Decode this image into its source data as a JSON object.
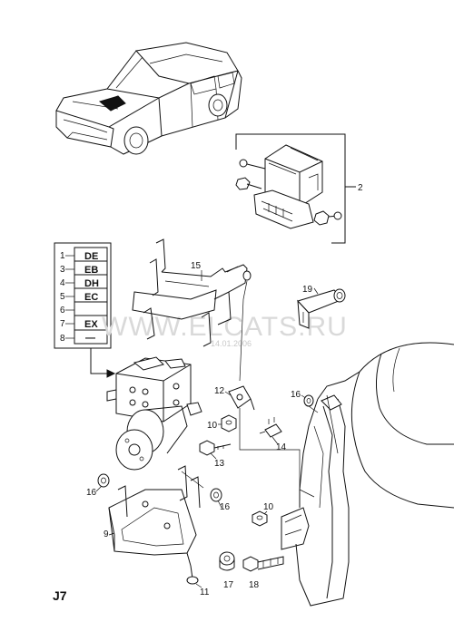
{
  "watermark": {
    "site": "WWW.ELCATS.RU",
    "date": "14.01.2006"
  },
  "page_ref": "J7",
  "variant_table": [
    {
      "num": "1",
      "code": "DE"
    },
    {
      "num": "3",
      "code": "EB"
    },
    {
      "num": "4",
      "code": "DH"
    },
    {
      "num": "5",
      "code": "EC"
    },
    {
      "num": "6",
      "code": ""
    },
    {
      "num": "7",
      "code": "EX"
    },
    {
      "num": "8",
      "code": "—"
    }
  ],
  "callouts": [
    {
      "id": "2",
      "text": "2"
    },
    {
      "id": "15",
      "text": "15"
    },
    {
      "id": "19",
      "text": "19"
    },
    {
      "id": "12",
      "text": "12"
    },
    {
      "id": "10a",
      "text": "10"
    },
    {
      "id": "14",
      "text": "14"
    },
    {
      "id": "16a",
      "text": "16"
    },
    {
      "id": "13",
      "text": "13"
    },
    {
      "id": "16b",
      "text": "16"
    },
    {
      "id": "16c",
      "text": "16"
    },
    {
      "id": "9",
      "text": "9"
    },
    {
      "id": "10b",
      "text": "10"
    },
    {
      "id": "11",
      "text": "11"
    },
    {
      "id": "17",
      "text": "17"
    },
    {
      "id": "18",
      "text": "18"
    }
  ],
  "icons": [
    "car-outline-icon",
    "abs-control-unit-icon",
    "hydraulic-modulator-icon",
    "bracket-icon",
    "sensor-switch-icon",
    "bolt-icon",
    "nut-icon",
    "grommet-icon",
    "clip-icon"
  ]
}
